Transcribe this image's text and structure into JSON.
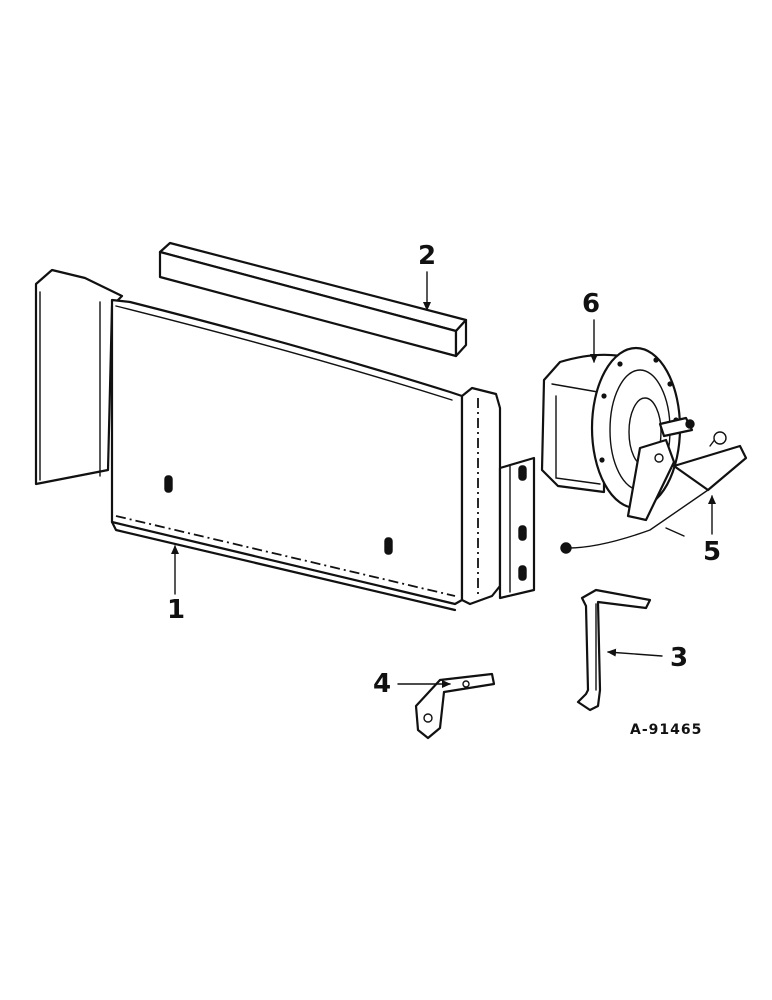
{
  "diagram": {
    "figure_id": "A-91465",
    "callouts": [
      {
        "id": "1",
        "part": "panel"
      },
      {
        "id": "2",
        "part": "seal-strip"
      },
      {
        "id": "3",
        "part": "bracket"
      },
      {
        "id": "4",
        "part": "bracket"
      },
      {
        "id": "5",
        "part": "wire"
      },
      {
        "id": "6",
        "part": "horn"
      }
    ]
  }
}
